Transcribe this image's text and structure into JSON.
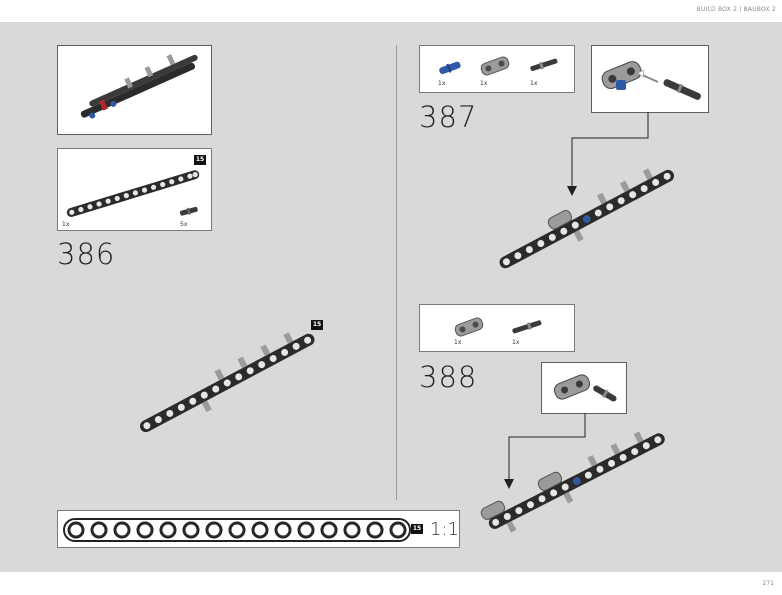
{
  "header": {
    "text": "BUILD BOX 2 | BAUBOX 2"
  },
  "page_number": "271",
  "steps": [
    {
      "number": "386",
      "parts": [
        {
          "qty": "1x"
        },
        {
          "qty": "5x"
        }
      ],
      "beam_length": "15",
      "assembly_beam_length": "15"
    },
    {
      "number": "387",
      "parts": [
        {
          "qty": "1x"
        },
        {
          "qty": "1x"
        },
        {
          "qty": "1x"
        }
      ]
    },
    {
      "number": "388",
      "parts": [
        {
          "qty": "1x"
        },
        {
          "qty": "1x"
        }
      ]
    }
  ],
  "scale_bar": {
    "beam_length": "15",
    "scale": "1:1"
  },
  "colors": {
    "beam": "#2b2b2b",
    "pin_blue": "#2d5aa8",
    "connector_gray": "#9b9b9b",
    "axle_red": "#b3262a",
    "page_bg": "#d9d9d9"
  }
}
